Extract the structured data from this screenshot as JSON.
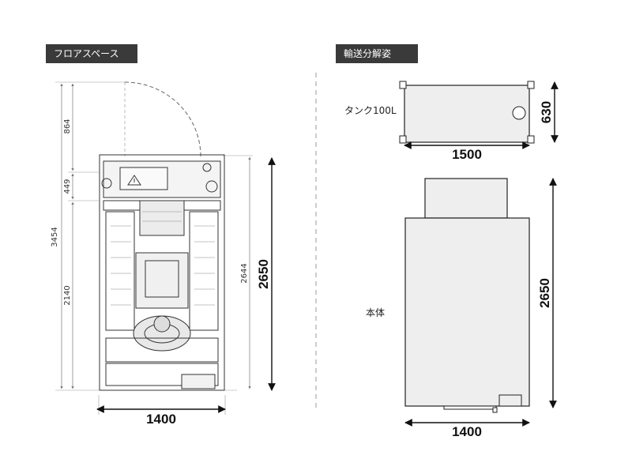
{
  "sections": {
    "floor_space": "フロアスペース",
    "transport": "輸送分解姿"
  },
  "floor": {
    "dims": {
      "height_top": "864",
      "height_mid": "449",
      "height_total": "3454",
      "height_lower": "2140",
      "height_inner": "2644",
      "height_main": "2650",
      "width": "1400"
    }
  },
  "transport": {
    "tank_label": "タンク100L",
    "tank_width": "1500",
    "tank_height": "630",
    "body_label": "本体",
    "body_height": "2650",
    "body_width": "1400"
  },
  "colors": {
    "tag_bg": "#3a3a3a",
    "line": "#222222",
    "box_fill": "#eeeeee"
  }
}
